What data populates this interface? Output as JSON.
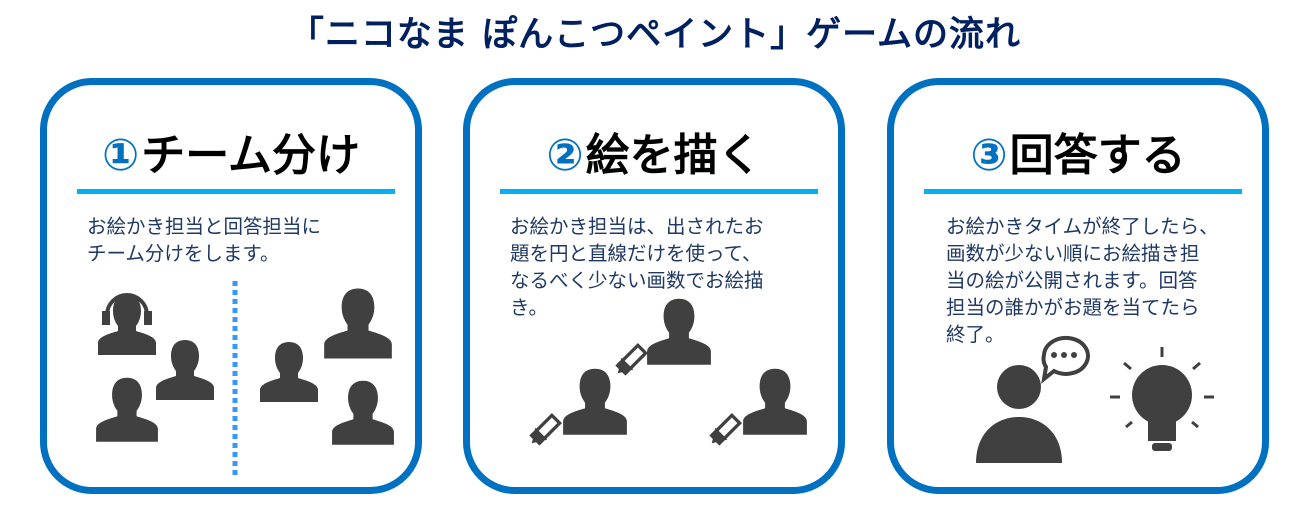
{
  "title": "「ニコなま ぽんこつペイント」ゲームの流れ",
  "steps": [
    {
      "number": "①",
      "heading": "チーム分け",
      "lines": [
        "お絵かき担当と回答担当に",
        "チーム分けをします。"
      ]
    },
    {
      "number": "②",
      "heading": "絵を描く",
      "lines": [
        "お絵かき担当は、出されたお",
        "題を円と直線だけを使って、",
        "なるべく少ない画数でお絵描",
        "き。"
      ]
    },
    {
      "number": "③",
      "heading": "回答する",
      "lines": [
        "お絵かきタイムが終了したら、",
        "画数が少ない順にお絵描き担",
        "当の絵が公開されます。回答",
        "担当の誰かがお題を当てたら",
        "終了。"
      ]
    }
  ],
  "colors": {
    "title": "#002060",
    "border": "#0070c0",
    "rule": "#00b0f0",
    "icon": "#404040"
  }
}
